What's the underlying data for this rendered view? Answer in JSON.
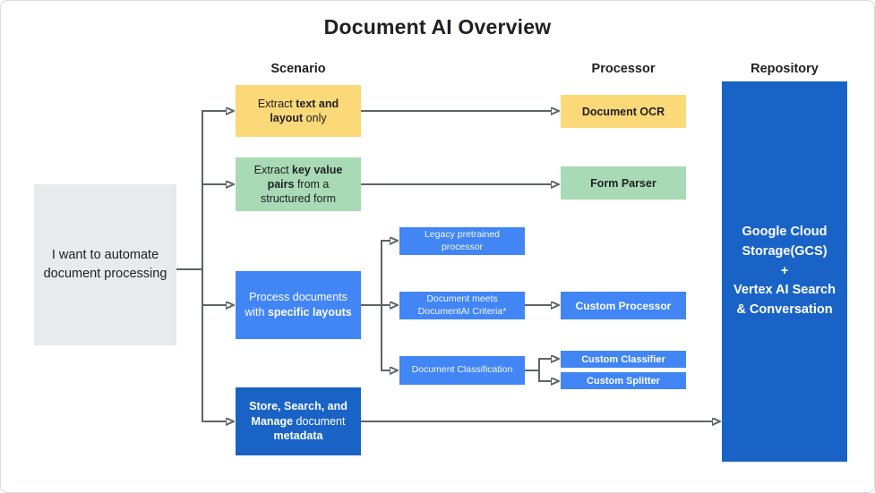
{
  "title": "Document AI Overview",
  "columns": {
    "scenario": "Scenario",
    "processor": "Processor",
    "repository": "Repository"
  },
  "root_box": {
    "text": "I want to automate document processing"
  },
  "scenarios": {
    "extract_text": {
      "pre": "Extract ",
      "bold": "text and layout",
      "post": " only"
    },
    "extract_kv": {
      "pre": "Extract ",
      "bold": "key value pairs",
      "post": " from a structured form"
    },
    "specific_layouts": {
      "pre": "Process documents with ",
      "bold": "specific layouts",
      "post": ""
    },
    "store_search": {
      "bold1": "Store, Search, and Manage",
      "mid": " document ",
      "bold2": "metadata"
    }
  },
  "intermediates": {
    "legacy": "Legacy pretrained processor",
    "criteria": "Document meets DocumentAI Criteria*",
    "classification": "Document Classification"
  },
  "processors": {
    "document_ocr": "Document OCR",
    "form_parser": "Form Parser",
    "custom_processor": "Custom Processor",
    "custom_classifier": "Custom Classifier",
    "custom_splitter": "Custom Splitter"
  },
  "repository": {
    "line1": "Google Cloud Storage(GCS)",
    "line2": "+",
    "line3": "Vertex AI Search & Conversation"
  },
  "colors": {
    "yellow": "#FBD878",
    "green": "#A8DAB5",
    "blue": "#4285F4",
    "dark_blue": "#1A63C6",
    "gray": "#E8EAED",
    "connector": "#5F6368"
  }
}
